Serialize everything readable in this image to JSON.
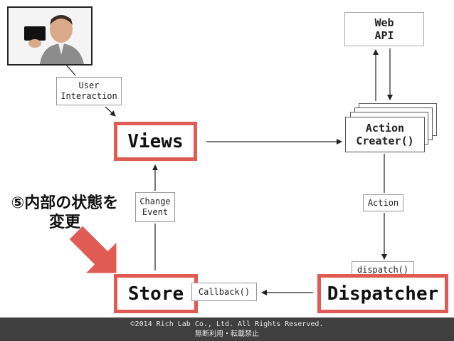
{
  "nodes": {
    "views": "Views",
    "store": "Store",
    "dispatcher": "Dispatcher",
    "action_creator": "Action\nCreater()",
    "web_api": "Web\nAPI"
  },
  "labels": {
    "user_interaction": "User\nInteraction",
    "change_event": "Change\nEvent",
    "action": "Action",
    "dispatch": "dispatch()",
    "callback": "Callback()"
  },
  "annotation": {
    "line1": "⑤内部の状態を",
    "line2": "変更"
  },
  "footer": {
    "copyright": "©2014 Rich Lab Co., Ltd. All Rights Reserved.",
    "notice": "無断利用・転載禁止"
  },
  "colors": {
    "accent_red": "#e05b54",
    "footer_bg": "#3f3f3f"
  }
}
